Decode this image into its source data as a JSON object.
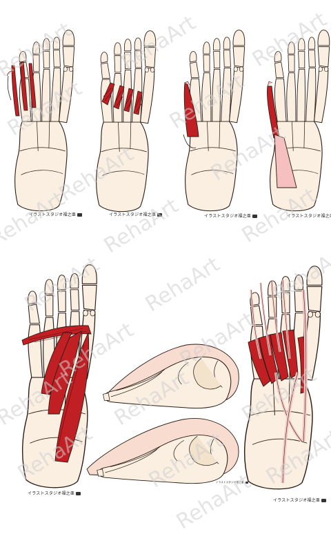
{
  "watermark_text": "RehaArt",
  "credit_text": "イラストスタジオ福之亜",
  "colors": {
    "bone_fill": "#fbefe2",
    "bone_stroke": "#2a1c14",
    "muscle_fill": "#c01f24",
    "muscle_stripe": "#6b0c0f",
    "tendon_fill": "#f7c9c6",
    "aponeurosis_fill": "#f6c0c0",
    "watermark_color": "#cfcfcf"
  },
  "panels": [
    {
      "id": "top-1",
      "muscle": "dorsal-thin-tendons"
    },
    {
      "id": "top-2",
      "muscle": "interossei-bundles"
    },
    {
      "id": "top-3",
      "muscle": "abductor-digiti-minimi"
    },
    {
      "id": "top-4",
      "muscle": "long-tendon-strip"
    },
    {
      "id": "bottom-left",
      "muscle": "adductor-and-flexor-brevis"
    },
    {
      "id": "bottom-middle",
      "muscle": "medial-lateral-views"
    },
    {
      "id": "bottom-right",
      "muscle": "long-flexor-tendons"
    }
  ]
}
